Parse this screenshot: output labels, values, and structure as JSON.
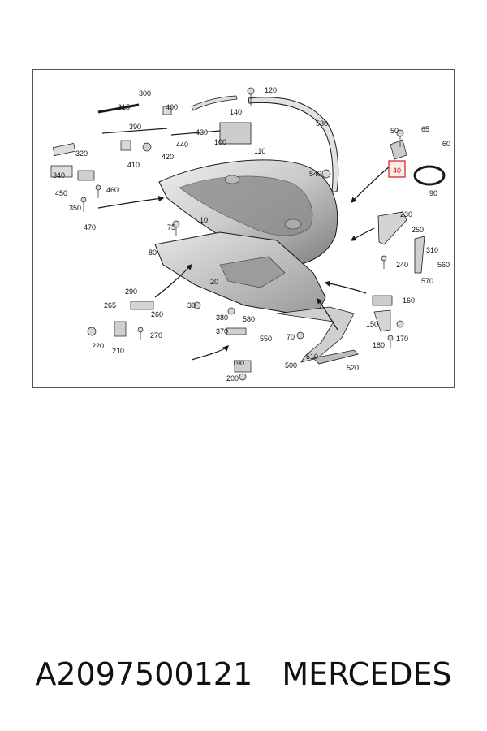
{
  "diagram": {
    "callouts": [
      "300",
      "315",
      "400",
      "390",
      "430",
      "320",
      "440",
      "410",
      "420",
      "340",
      "450",
      "460",
      "350",
      "470",
      "120",
      "140",
      "530",
      "100",
      "110",
      "50",
      "65",
      "60",
      "540",
      "90",
      "10",
      "75",
      "230",
      "250",
      "310",
      "80",
      "240",
      "560",
      "570",
      "20",
      "290",
      "265",
      "260",
      "30",
      "380",
      "580",
      "160",
      "220",
      "210",
      "270",
      "370",
      "550",
      "70",
      "510",
      "150",
      "170",
      "180",
      "190",
      "500",
      "520",
      "200"
    ],
    "highlighted_callout": "40",
    "colors": {
      "line": "#1a1a1a",
      "part_fill": "#d0d0d0",
      "part_dark": "#8a8a8a",
      "highlight": "#d11a1a"
    }
  },
  "footer": {
    "part_number": "A2097500121",
    "brand": "MERCEDES"
  }
}
